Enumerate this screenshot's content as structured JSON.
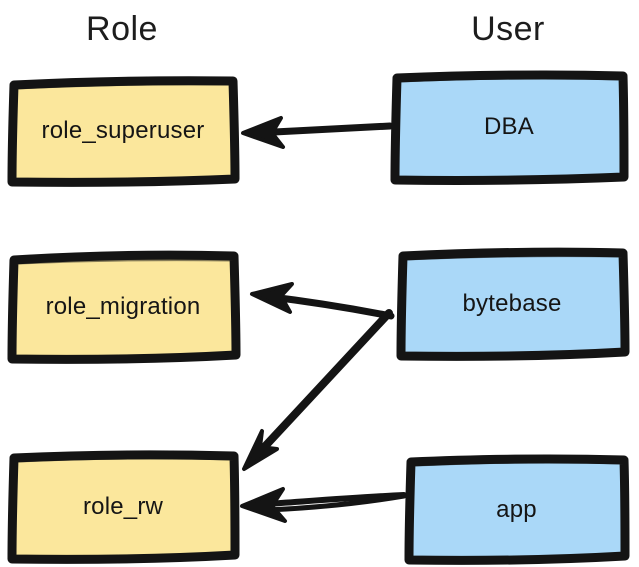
{
  "diagram": {
    "type": "role-user-grant-diagram",
    "background_color": "#ffffff",
    "style": "hand-drawn sketch (excalidraw-like)",
    "columns": [
      {
        "id": "role",
        "title": "Role"
      },
      {
        "id": "user",
        "title": "User"
      }
    ],
    "colors": {
      "role_fill": "#fbe79c",
      "user_fill": "#aad8f8",
      "stroke": "#141414",
      "text": "#151515",
      "header_text": "#1d1d1d"
    },
    "nodes": [
      {
        "id": "role_superuser",
        "label": "role_superuser",
        "column": "role",
        "fill": "#fbe79c"
      },
      {
        "id": "dba",
        "label": "DBA",
        "column": "user",
        "fill": "#aad8f8"
      },
      {
        "id": "role_migration",
        "label": "role_migration",
        "column": "role",
        "fill": "#fbe79c"
      },
      {
        "id": "bytebase",
        "label": "bytebase",
        "column": "user",
        "fill": "#aad8f8"
      },
      {
        "id": "role_rw",
        "label": "role_rw",
        "column": "role",
        "fill": "#fbe79c"
      },
      {
        "id": "app",
        "label": "app",
        "column": "user",
        "fill": "#aad8f8"
      }
    ],
    "edges": [
      {
        "id": "dba-to-role-superuser",
        "from": "dba",
        "to": "role_superuser",
        "label": ""
      },
      {
        "id": "bytebase-to-role-migration",
        "from": "bytebase",
        "to": "role_migration",
        "label": ""
      },
      {
        "id": "bytebase-to-role-rw",
        "from": "bytebase",
        "to": "role_rw",
        "label": ""
      },
      {
        "id": "app-to-role-rw",
        "from": "app",
        "to": "role_rw",
        "label": ""
      }
    ]
  }
}
